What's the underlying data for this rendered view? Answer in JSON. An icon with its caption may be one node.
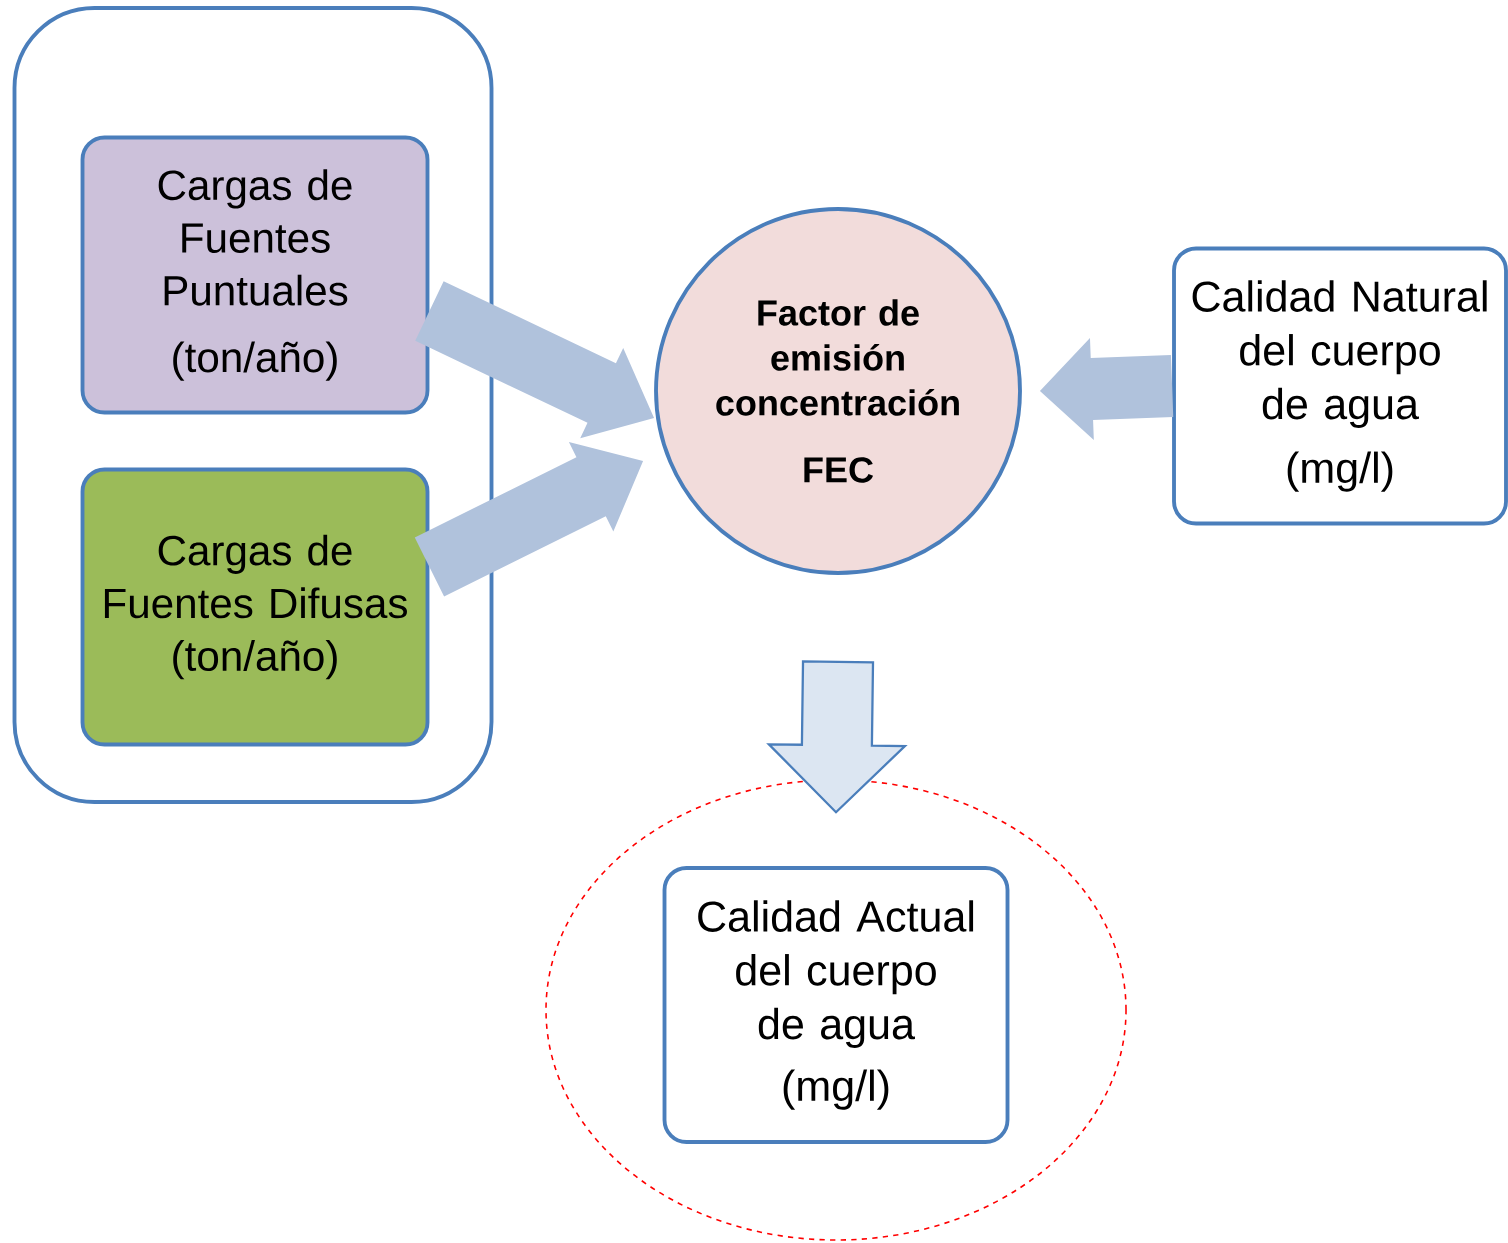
{
  "diagram": {
    "nodes": [
      {
        "text": [],
        "shape": "box"
      },
      {
        "text": [
          "Cargas de Fuentes Puntuales",
          "(ton/año)"
        ],
        "in": 0
      },
      {
        "text": [
          "Cargas de Fuentes Difusas (ton/año)"
        ],
        "in": 0
      },
      {
        "text": [
          "Factor de emisión concentración",
          "FEC"
        ]
      },
      {
        "text": [
          "Calidad Natural del cuerpo de agua",
          "(mg/l)"
        ]
      },
      {
        "text": [],
        "shape": "ellipse"
      },
      {
        "text": [
          "Calidad Actual del cuerpo de agua",
          "(mg/l)"
        ],
        "in": 5
      }
    ],
    "edges": [
      {
        "from": 1,
        "to": 3,
        "arrow": "to",
        "style": "thick"
      },
      {
        "from": 2,
        "to": 3,
        "arrow": "to",
        "style": "thick"
      },
      {
        "from": 4,
        "to": 3,
        "arrow": "to",
        "style": "thick"
      },
      {
        "from": 3,
        "to": 5,
        "arrow": "to",
        "style": "thick",
        "color": "#dce6f2"
      }
    ]
  }
}
